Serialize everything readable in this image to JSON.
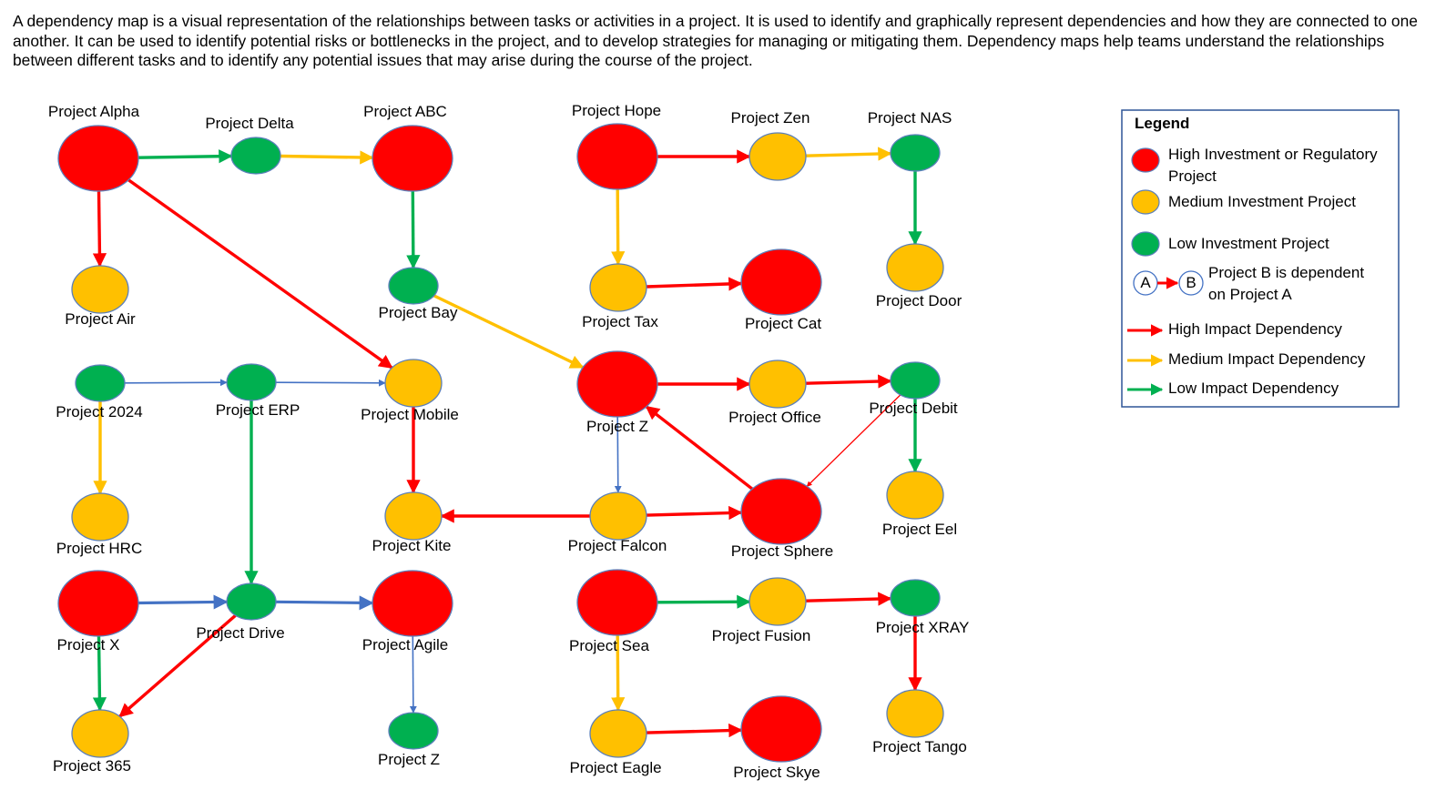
{
  "intro_text": "A dependency map is a visual representation of the relationships between tasks or activities in a project. It is used to identify and graphically represent dependencies and how they are connected to one another. It can be used to identify potential risks or bottlenecks in the project, and to develop strategies for managing or mitigating them. Dependency maps help teams understand the relationships between different tasks and to identify any potential issues that may arise during the course of the project.",
  "colors": {
    "high": "#ff0000",
    "medium": "#ffc000",
    "low": "#00b050",
    "neutral": "#4472c4",
    "node_stroke": "#5b7fba"
  },
  "nodes": [
    {
      "id": "alpha",
      "label": "Project Alpha",
      "level": "high"
    },
    {
      "id": "delta",
      "label": "Project Delta",
      "level": "low"
    },
    {
      "id": "abc",
      "label": "Project ABC",
      "level": "high"
    },
    {
      "id": "air",
      "label": "Project Air",
      "level": "medium"
    },
    {
      "id": "bay",
      "label": "Project Bay",
      "level": "low"
    },
    {
      "id": "p2024",
      "label": "Project 2024",
      "level": "low"
    },
    {
      "id": "erp",
      "label": "Project ERP",
      "level": "low"
    },
    {
      "id": "mobile",
      "label": "Project Mobile",
      "level": "medium"
    },
    {
      "id": "hrc",
      "label": "Project HRC",
      "level": "medium"
    },
    {
      "id": "kite",
      "label": "Project Kite",
      "level": "medium"
    },
    {
      "id": "x",
      "label": "Project X",
      "level": "high"
    },
    {
      "id": "drive",
      "label": "Project Drive",
      "level": "low"
    },
    {
      "id": "agile",
      "label": "Project Agile",
      "level": "high"
    },
    {
      "id": "p365",
      "label": "Project 365",
      "level": "medium"
    },
    {
      "id": "z2",
      "label": "Project Z",
      "level": "low"
    },
    {
      "id": "hope",
      "label": "Project Hope",
      "level": "high"
    },
    {
      "id": "zen",
      "label": "Project Zen",
      "level": "medium"
    },
    {
      "id": "nas",
      "label": "Project NAS",
      "level": "low"
    },
    {
      "id": "tax",
      "label": "Project Tax",
      "level": "medium"
    },
    {
      "id": "cat",
      "label": "Project Cat",
      "level": "high"
    },
    {
      "id": "door",
      "label": "Project Door",
      "level": "medium"
    },
    {
      "id": "z",
      "label": "Project Z",
      "level": "high"
    },
    {
      "id": "office",
      "label": "Project Office",
      "level": "medium"
    },
    {
      "id": "debit",
      "label": "Project Debit",
      "level": "low"
    },
    {
      "id": "falcon",
      "label": "Project Falcon",
      "level": "medium"
    },
    {
      "id": "sphere",
      "label": "Project Sphere",
      "level": "high"
    },
    {
      "id": "eel",
      "label": "Project Eel",
      "level": "medium"
    },
    {
      "id": "sea",
      "label": "Project Sea",
      "level": "high"
    },
    {
      "id": "fusion",
      "label": "Project Fusion",
      "level": "medium"
    },
    {
      "id": "xray",
      "label": "Project XRAY",
      "level": "low"
    },
    {
      "id": "eagle",
      "label": "Project Eagle",
      "level": "medium"
    },
    {
      "id": "skye",
      "label": "Project Skye",
      "level": "high"
    },
    {
      "id": "tango",
      "label": "Project Tango",
      "level": "medium"
    }
  ],
  "edges": [
    {
      "from": "alpha",
      "to": "delta",
      "impact": "low"
    },
    {
      "from": "delta",
      "to": "abc",
      "impact": "medium"
    },
    {
      "from": "alpha",
      "to": "air",
      "impact": "high"
    },
    {
      "from": "alpha",
      "to": "mobile",
      "impact": "high"
    },
    {
      "from": "abc",
      "to": "bay",
      "impact": "low"
    },
    {
      "from": "bay",
      "to": "z",
      "impact": "medium"
    },
    {
      "from": "p2024",
      "to": "erp",
      "impact": "neutral"
    },
    {
      "from": "erp",
      "to": "mobile",
      "impact": "neutral"
    },
    {
      "from": "p2024",
      "to": "hrc",
      "impact": "medium"
    },
    {
      "from": "erp",
      "to": "drive",
      "impact": "low"
    },
    {
      "from": "mobile",
      "to": "kite",
      "impact": "high"
    },
    {
      "from": "falcon",
      "to": "kite",
      "impact": "high"
    },
    {
      "from": "x",
      "to": "drive",
      "impact": "neutral"
    },
    {
      "from": "drive",
      "to": "agile",
      "impact": "neutral"
    },
    {
      "from": "x",
      "to": "p365",
      "impact": "low"
    },
    {
      "from": "drive",
      "to": "p365",
      "impact": "high"
    },
    {
      "from": "agile",
      "to": "z2",
      "impact": "neutral"
    },
    {
      "from": "hope",
      "to": "zen",
      "impact": "high"
    },
    {
      "from": "zen",
      "to": "nas",
      "impact": "medium"
    },
    {
      "from": "hope",
      "to": "tax",
      "impact": "medium"
    },
    {
      "from": "tax",
      "to": "cat",
      "impact": "high"
    },
    {
      "from": "nas",
      "to": "door",
      "impact": "low"
    },
    {
      "from": "z",
      "to": "office",
      "impact": "high"
    },
    {
      "from": "office",
      "to": "debit",
      "impact": "high"
    },
    {
      "from": "z",
      "to": "falcon",
      "impact": "neutral"
    },
    {
      "from": "falcon",
      "to": "sphere",
      "impact": "high"
    },
    {
      "from": "sphere",
      "to": "z",
      "impact": "high"
    },
    {
      "from": "debit",
      "to": "sphere",
      "impact": "high"
    },
    {
      "from": "debit",
      "to": "eel",
      "impact": "low"
    },
    {
      "from": "sea",
      "to": "fusion",
      "impact": "low"
    },
    {
      "from": "fusion",
      "to": "xray",
      "impact": "high"
    },
    {
      "from": "sea",
      "to": "eagle",
      "impact": "medium"
    },
    {
      "from": "eagle",
      "to": "skye",
      "impact": "high"
    },
    {
      "from": "xray",
      "to": "tango",
      "impact": "high"
    }
  ],
  "legend": {
    "title": "Legend",
    "high_node_line1": "High Investment or Regulatory",
    "high_node_line2": "Project",
    "medium_node": "Medium Investment Project",
    "low_node": "Low Investment Project",
    "example_a": "A",
    "example_b": "B",
    "dependency_line1": "Project B is dependent",
    "dependency_line2": "on Project A",
    "high_impact": "High Impact Dependency",
    "medium_impact": "Medium Impact Dependency",
    "low_impact": "Low Impact Dependency"
  }
}
